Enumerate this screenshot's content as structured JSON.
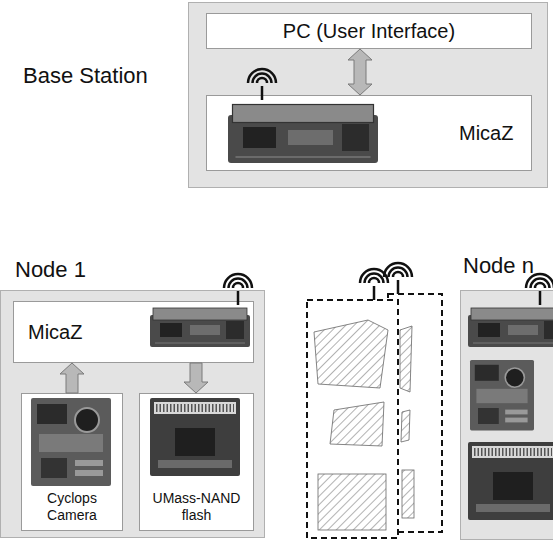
{
  "diagram": {
    "nodes": [
      {
        "text": [
          "Base Station"
        ]
      },
      {
        "text": [
          "PC (User Interface)"
        ],
        "in": 0
      },
      {
        "text": [
          "MicaZ"
        ],
        "in": 0
      },
      {
        "text": [
          "Node 1"
        ]
      },
      {
        "text": [
          "MicaZ"
        ],
        "in": 3
      },
      {
        "text": [
          "Cyclops Camera"
        ],
        "in": 3
      },
      {
        "text": [
          "UMass-NAND flash"
        ],
        "in": 3
      },
      {
        "text": [
          "Node n"
        ]
      }
    ],
    "edges": [
      {
        "from": 1,
        "to": 2,
        "arrow": "both"
      },
      {
        "from": 5,
        "to": 4,
        "arrow": "to"
      },
      {
        "from": 4,
        "to": 6,
        "arrow": "to"
      }
    ]
  }
}
